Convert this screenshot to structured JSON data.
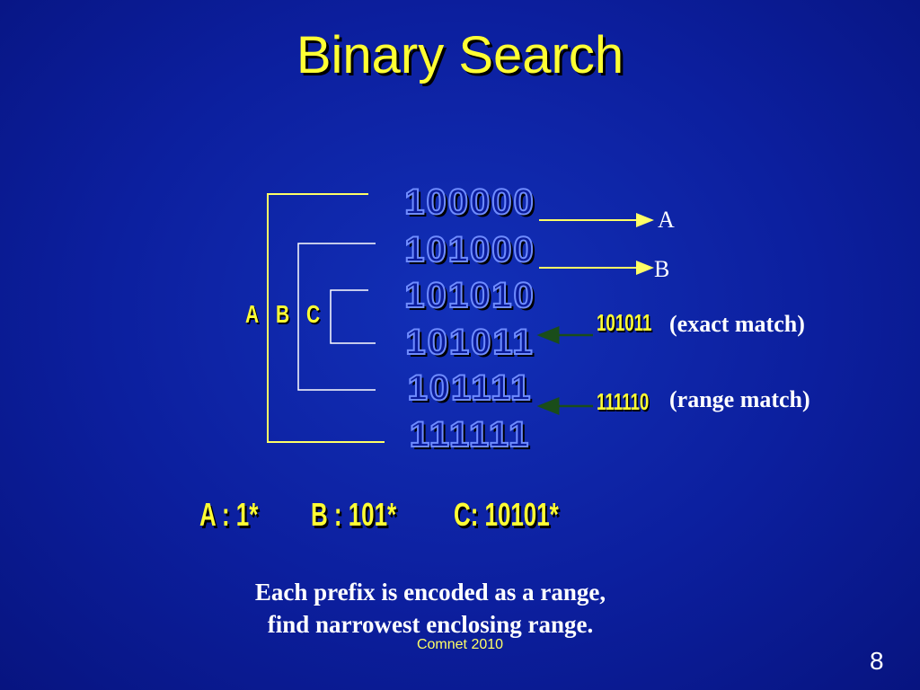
{
  "title": "Binary Search",
  "codes": [
    "100000",
    "101000",
    "101010",
    "101011",
    "101111",
    "111111"
  ],
  "brackets": {
    "a": "A",
    "b": "B",
    "c": "C"
  },
  "range_labels": {
    "a": "A",
    "b": "B"
  },
  "exact": {
    "code": "101011",
    "note": "(exact match)"
  },
  "range": {
    "code": "111110",
    "note": "(range match)"
  },
  "prefixes": {
    "a": "A : 1*",
    "b": "B : 101*",
    "c": "C: 10101*"
  },
  "caption": {
    "line1": "Each prefix is encoded as a range,",
    "line2": "find narrowest enclosing range."
  },
  "footer": "Comnet 2010",
  "page_number": "8",
  "colors": {
    "background": "#0a1b9a",
    "accent": "#ffff33",
    "bracket_line": "#ffff66",
    "arrow_dark": "#1a4d1a"
  }
}
